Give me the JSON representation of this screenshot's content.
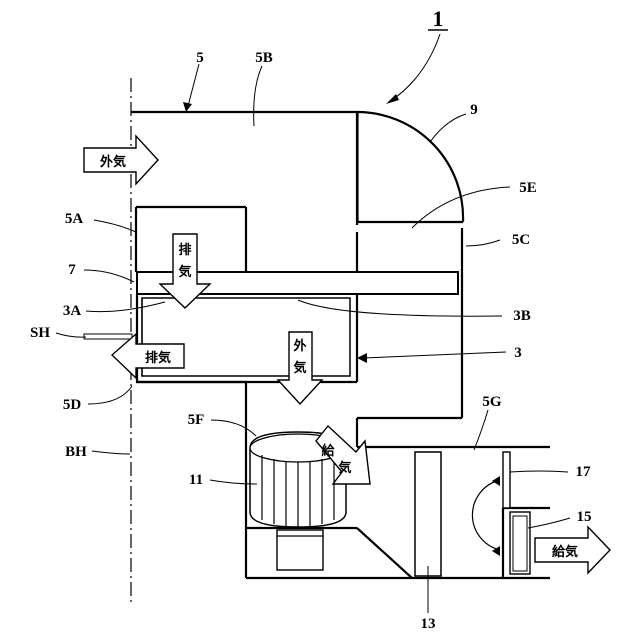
{
  "labels": {
    "fig_number": "1",
    "n5": "5",
    "n5B": "5B",
    "n9": "9",
    "n5E": "5E",
    "n5A": "5A",
    "n5C": "5C",
    "n7": "7",
    "n3A": "3A",
    "n3B": "3B",
    "SH": "SH",
    "n3": "3",
    "n5D": "5D",
    "n5F": "5F",
    "n5G": "5G",
    "BH": "BH",
    "n11": "11",
    "n17": "17",
    "n15": "15",
    "n13": "13"
  },
  "arrows": {
    "outside_air_in": "外気",
    "exhaust_down_1": "排",
    "exhaust_down_2": "気",
    "exhaust_out": "排気",
    "outside_air_down_1": "外",
    "outside_air_down_2": "気",
    "supply_fan_1": "給",
    "supply_fan_2": "気",
    "supply_out": "給気"
  }
}
